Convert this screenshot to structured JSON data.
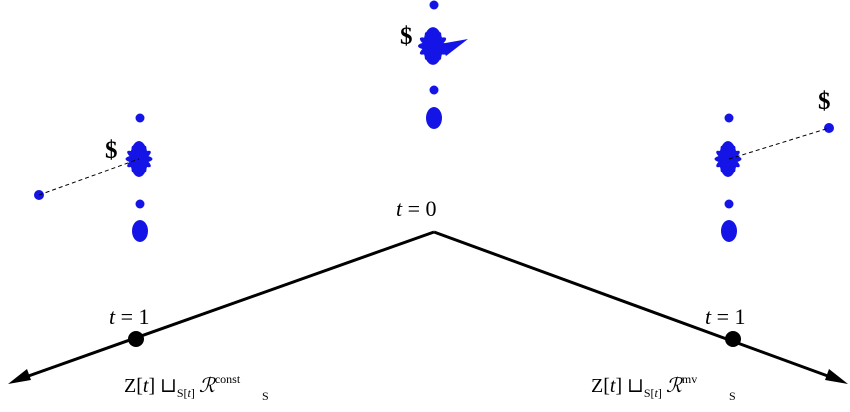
{
  "colors": {
    "point": "#1414e6",
    "axis": "#000000"
  },
  "root": {
    "label_var": "t",
    "label_rest": " = 0"
  },
  "branches": {
    "left": {
      "time_var": "t",
      "time_rest": " = 1",
      "formula": {
        "lead": "Z[",
        "t1": "t",
        "mid": "] ⊔",
        "sub_a": "S[",
        "sub_t": "t",
        "sub_b": "]",
        "script": "ℛ",
        "sup": "const",
        "sub2": "S"
      }
    },
    "right": {
      "time_var": "t",
      "time_rest": " = 1",
      "formula": {
        "lead": "Z[",
        "t1": "t",
        "mid": "] ⊔",
        "sub_a": "S[",
        "sub_t": "t",
        "sub_b": "]",
        "script": "ℛ",
        "sup": "mv",
        "sub2": "S"
      }
    }
  },
  "dollar_symbol": "$"
}
